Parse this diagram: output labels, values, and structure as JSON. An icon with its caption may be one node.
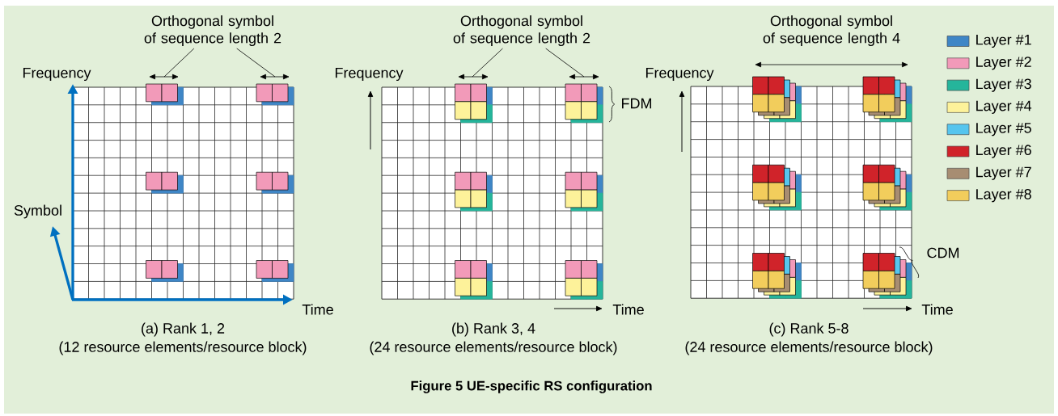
{
  "diagram": {
    "caption": "Figure 5 UE-specific RS configuration",
    "nodes": [
      {
        "text": [
          "Orthogonal symbol of sequence length 2"
        ]
      },
      {
        "text": [
          "Orthogonal symbol of sequence length 2"
        ]
      }
    ],
    "edges": [
      {
        "from": 0,
        "to": null,
        "arrow": "none"
      },
      {
        "from": 0,
        "to": null,
        "arrow": "none"
      },
      {
        "from": 1,
        "to": null,
        "arrow": "none"
      },
      {
        "from": 1,
        "to": null,
        "arrow": "none"
      }
    ],
    "labels": [
      "Frequency",
      "Symbol",
      "Time",
      "(a) Rank 1, 2",
      "(12 resource elements/resource block)",
      "Frequency",
      "FDM",
      "Time",
      "(b) Rank 3, 4",
      "(24 resource elements/resource block)",
      "Orthogonal symbol of sequence length 4",
      "Frequency",
      "CDM",
      "Time",
      "(c) Rank 5-8",
      "(24 resource elements/resource block)"
    ],
    "legend": [
      {
        "text": "Layer #1",
        "color": "#3f86c6"
      },
      {
        "text": "Layer #2",
        "color": "#f29ab9"
      },
      {
        "text": "Layer #3",
        "color": "#25b59b"
      },
      {
        "text": "Layer #4",
        "color": "#fdf29a"
      },
      {
        "text": "Layer #5",
        "color": "#56c5ee"
      },
      {
        "text": "Layer #6",
        "color": "#d0232a"
      },
      {
        "text": "Layer #7",
        "color": "#a78d72"
      },
      {
        "text": "Layer #8",
        "color": "#f2cd5c"
      }
    ]
  }
}
